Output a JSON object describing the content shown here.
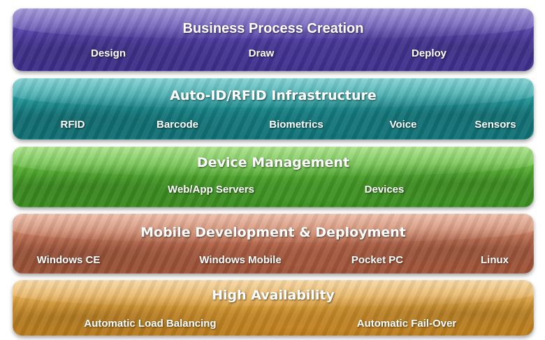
{
  "layers": [
    {
      "title": "Business Process Creation",
      "items": [
        "Design",
        "Draw",
        "Deploy"
      ],
      "color": "#4c3aa2"
    },
    {
      "title": "Auto-ID/RFID Infrastructure",
      "items": [
        "RFID",
        "Barcode",
        "Biometrics",
        "Voice",
        "Sensors"
      ],
      "color": "#16868a"
    },
    {
      "title": "Device Management",
      "items": [
        "Web/App Servers",
        "Devices"
      ],
      "color": "#4aa62a"
    },
    {
      "title": "Mobile Development & Deployment",
      "items": [
        "Windows CE",
        "Windows Mobile",
        "Pocket PC",
        "Linux"
      ],
      "color": "#b86548"
    },
    {
      "title": "High Availability",
      "items": [
        "Automatic Load Balancing",
        "Automatic Fail-Over"
      ],
      "color": "#d8972e"
    }
  ]
}
